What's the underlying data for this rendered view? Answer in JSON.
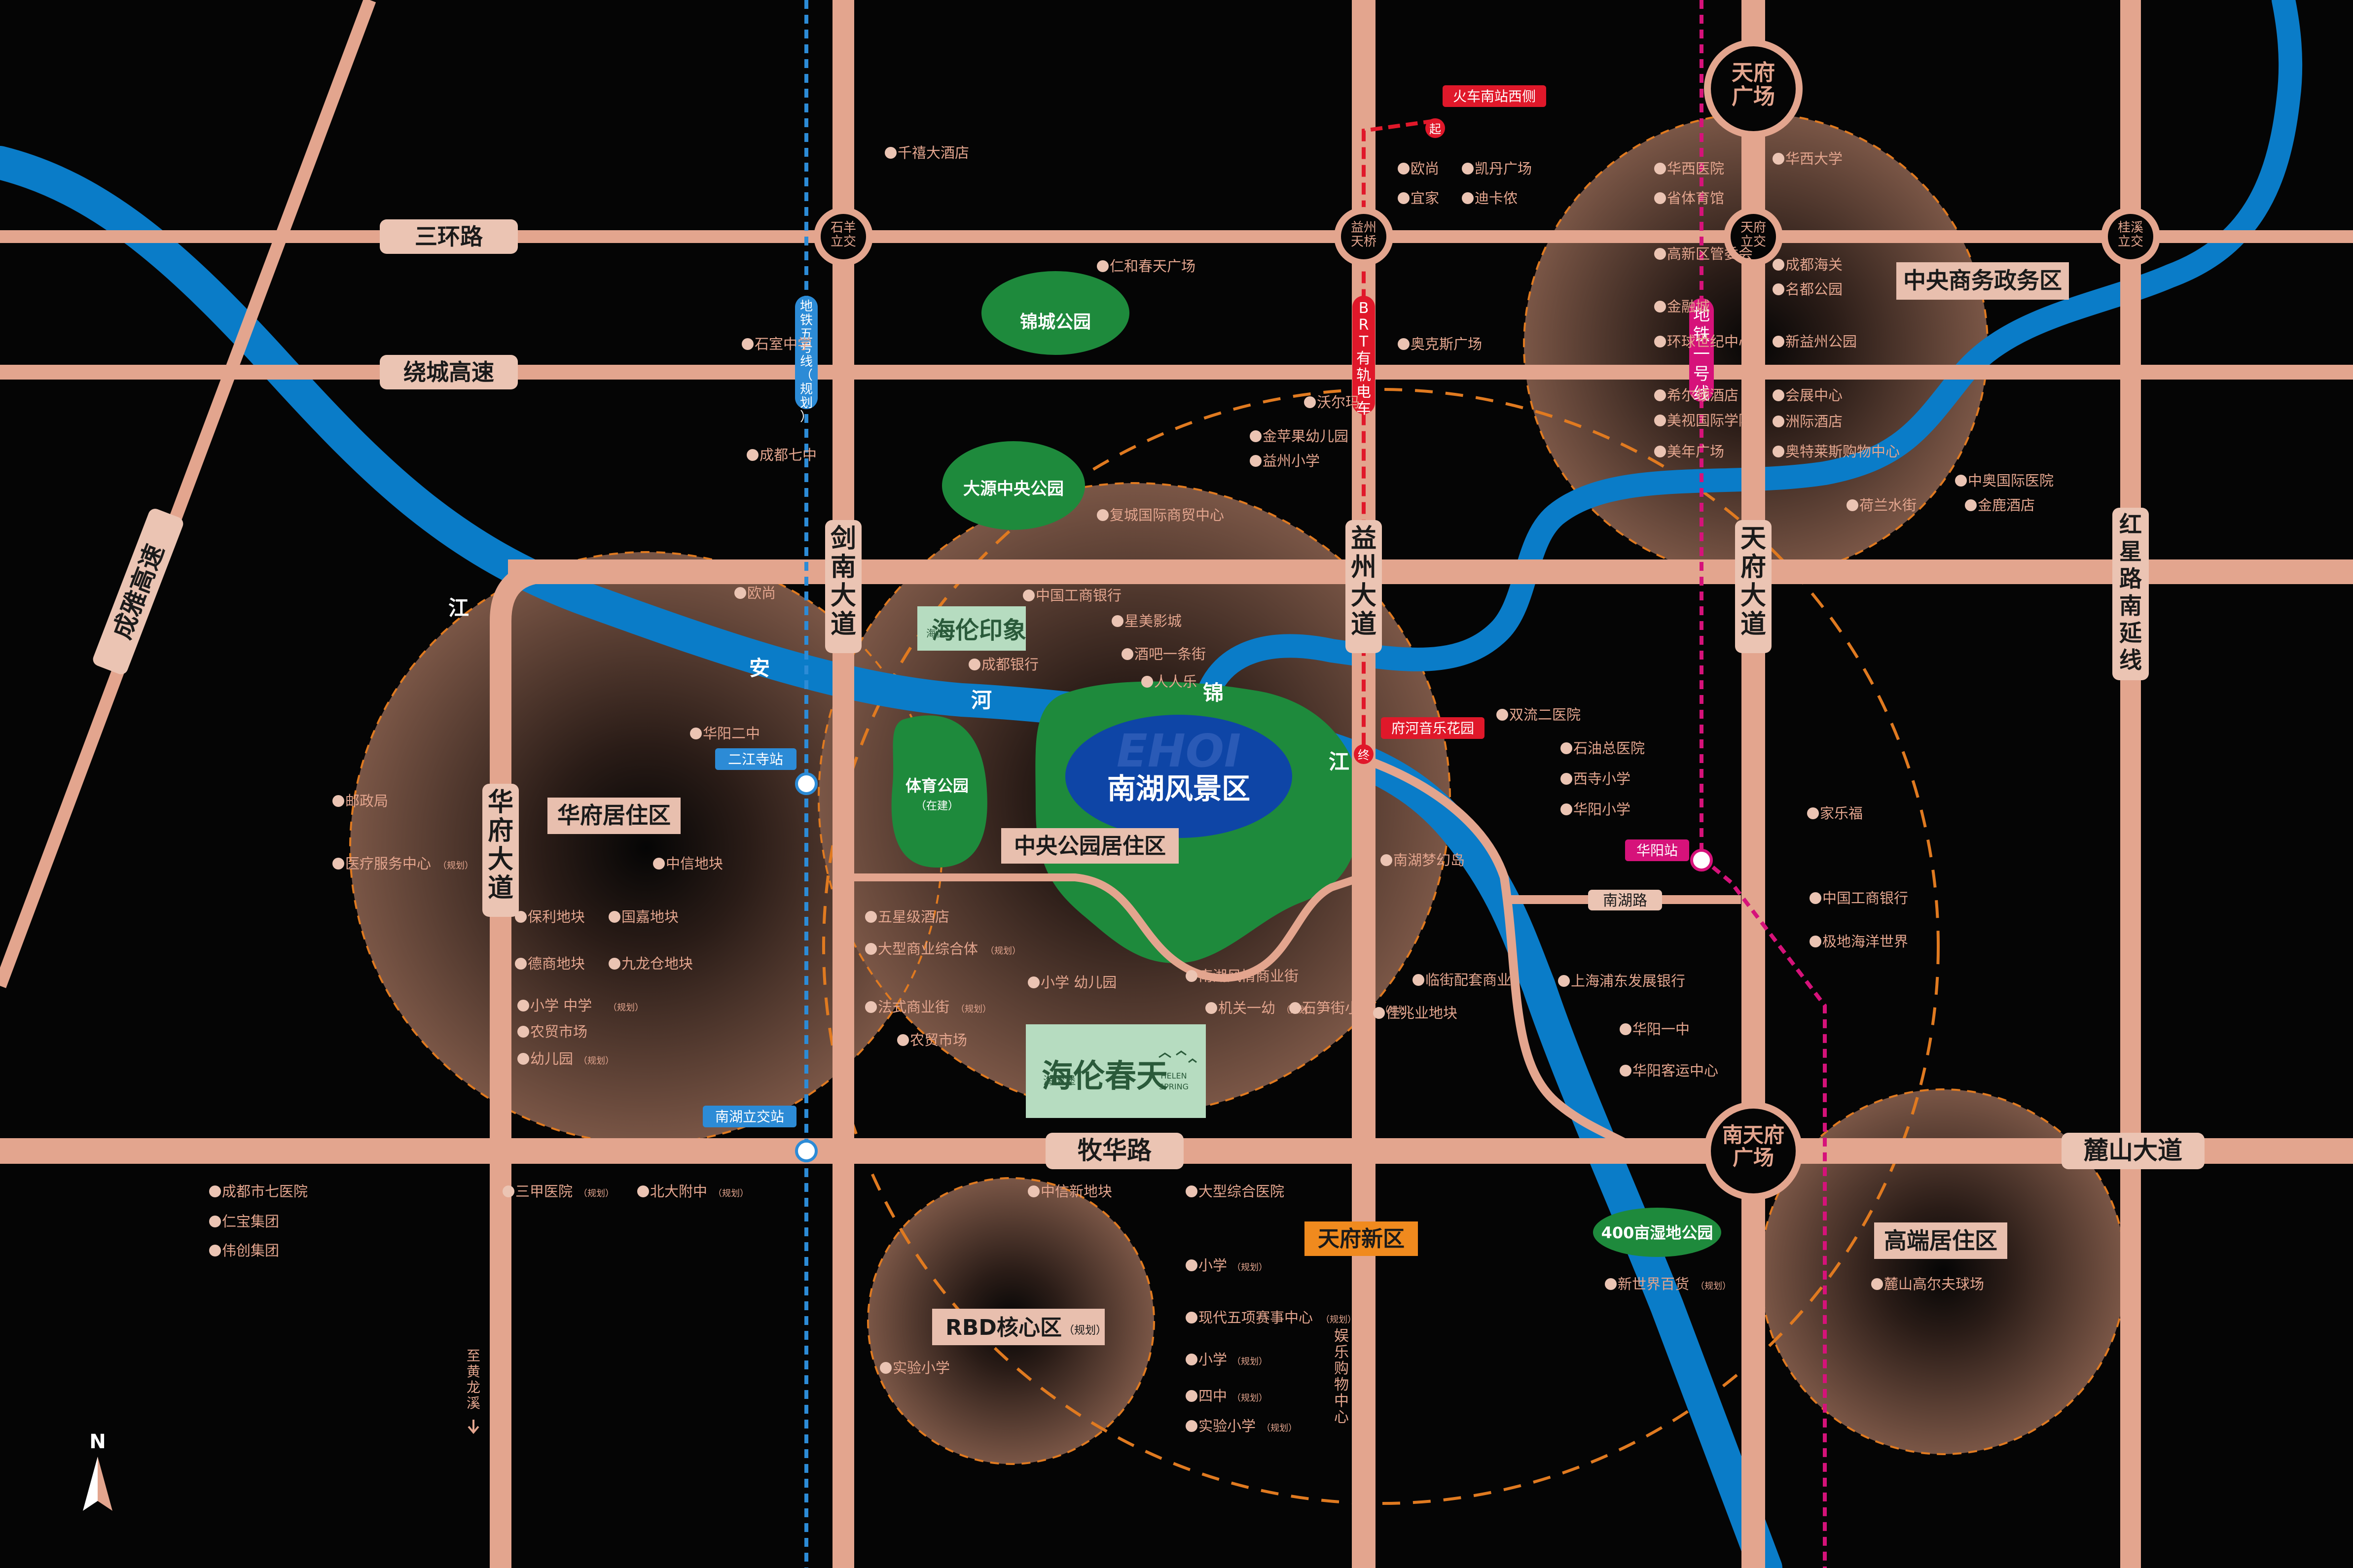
{
  "colors": {
    "background": "#050505",
    "road": "#E3A58E",
    "road_label_bg": "#EBC4B3",
    "river": "#0A7CC8",
    "lake": "#0E45A6",
    "park": "#1E8A3C",
    "park_light": "#2E9B45",
    "district_label_bg": "#E8BFAE",
    "zone_glow": "#6E4B3E",
    "metro_blue": "#2C8BD6",
    "metro_magenta": "#D6127A",
    "brt_red": "#E0182A",
    "ring_orange": "#E07A20",
    "tianfu_badge": "#F08A1E",
    "project_bg": "#B6DCC0"
  },
  "roads": {
    "sanhuan": "三环路",
    "raocheng": "绕城高速",
    "muhua": "牧华路",
    "lushan": "麓山大道",
    "chengya": "成雅高速",
    "jiannan": "剑南大道",
    "yizhou": "益州大道",
    "tianfu": "天府大道",
    "hongxing": "红星路南延线",
    "huafu": "华府大道",
    "nanhu_road": "南湖路"
  },
  "interchanges": {
    "shiyang": "石羊立交",
    "yizhou_bridge": "益州天桥",
    "tianfu_ic": "天府立交",
    "guixi": "桂溪立交",
    "tianfu_square": "天府广场",
    "nan_tianfu_square": "南天府广场"
  },
  "transit": {
    "metro5": "地铁五号线（规划）",
    "metro1": "地铁一号线",
    "brt": "BRT有轨电车",
    "start_label": "火车南站西侧",
    "start_badge": "起",
    "end_label": "府河音乐花园",
    "end_badge": "终",
    "erjiangsi": "二江寺站",
    "nanhu_ic_station": "南湖立交站",
    "huayang_station": "华阳站"
  },
  "river": {
    "chars": [
      "江",
      "安",
      "河",
      "锦",
      "江"
    ]
  },
  "parks": {
    "jincheng": "锦城公园",
    "dayuan": "大源中央公园",
    "sports": "体育公园",
    "sports_sub": "（在建）",
    "nanhu_scenic": "南湖风景区",
    "wetland": "400亩湿地公园",
    "watermark": "EHOI"
  },
  "districts": {
    "central_business": "中央商务政务区",
    "huafu_res": "华府居住区",
    "central_park_res": "中央公园居住区",
    "rbd": "RBD核心区",
    "rbd_sub": "（规划）",
    "tianfu_new": "天府新区",
    "highend_res": "高端居住区"
  },
  "projects": {
    "impression": "海伦印象",
    "impression_brand": "海伦",
    "spring": "海伦春天",
    "spring_brand": "海伦堡",
    "spring_en1": "HELEN",
    "spring_en2": "SPRING"
  },
  "pois": [
    {
      "label": "千禧大酒店"
    },
    {
      "label": "仁和春天广场"
    },
    {
      "label": "欧尚"
    },
    {
      "label": "凯丹广场"
    },
    {
      "label": "宜家"
    },
    {
      "label": "迪卡侬"
    },
    {
      "label": "石室中学"
    },
    {
      "label": "成都七中"
    },
    {
      "label": "奥克斯广场"
    },
    {
      "label": "沃尔玛"
    },
    {
      "label": "金苹果幼儿园"
    },
    {
      "label": "益州小学"
    },
    {
      "label": "复城国际商贸中心"
    },
    {
      "label": "华西医院"
    },
    {
      "label": "省体育馆"
    },
    {
      "label": "高新区管委会"
    },
    {
      "label": "金融城"
    },
    {
      "label": "环球世纪中心"
    },
    {
      "label": "希尔顿酒店"
    },
    {
      "label": "美视国际学院"
    },
    {
      "label": "美年广场"
    },
    {
      "label": "华西大学"
    },
    {
      "label": "成都海关"
    },
    {
      "label": "名都公园"
    },
    {
      "label": "新益州公园"
    },
    {
      "label": "会展中心"
    },
    {
      "label": "洲际酒店"
    },
    {
      "label": "奥特莱斯购物中心"
    },
    {
      "label": "中奥国际医院"
    },
    {
      "label": "荷兰水街"
    },
    {
      "label": "金鹿酒店"
    },
    {
      "label": "欧尚"
    },
    {
      "label": "中国工商银行"
    },
    {
      "label": "星美影城"
    },
    {
      "label": "成都银行"
    },
    {
      "label": "酒吧一条街"
    },
    {
      "label": "人人乐"
    },
    {
      "label": "华阳二中"
    },
    {
      "label": "邮政局"
    },
    {
      "label": "医疗服务中心"
    },
    {
      "label": "中信地块"
    },
    {
      "label": "保利地块"
    },
    {
      "label": "国嘉地块"
    },
    {
      "label": "德商地块"
    },
    {
      "label": "九龙仓地块"
    },
    {
      "label": "小学 中学"
    },
    {
      "label": "农贸市场"
    },
    {
      "label": "幼儿园"
    },
    {
      "label": "五星级酒店"
    },
    {
      "label": "大型商业综合体"
    },
    {
      "label": "法式商业街"
    },
    {
      "label": "农贸市场"
    },
    {
      "label": "小学 幼儿园"
    },
    {
      "label": "机关一幼"
    },
    {
      "label": "石笋街小学"
    },
    {
      "label": "南湖风情商业街"
    },
    {
      "label": "临街配套商业"
    },
    {
      "label": "佳兆业地块"
    },
    {
      "label": "南湖梦幻岛"
    },
    {
      "label": "双流二医院"
    },
    {
      "label": "石油总医院"
    },
    {
      "label": "西寺小学"
    },
    {
      "label": "华阳小学"
    },
    {
      "label": "家乐福"
    },
    {
      "label": "中国工商银行"
    },
    {
      "label": "极地海洋世界"
    },
    {
      "label": "上海浦东发展银行"
    },
    {
      "label": "华阳一中"
    },
    {
      "label": "华阳客运中心"
    },
    {
      "label": "成都市七医院"
    },
    {
      "label": "仁宝集团"
    },
    {
      "label": "伟创集团"
    },
    {
      "label": "三甲医院"
    },
    {
      "label": "北大附中"
    },
    {
      "label": "中信新地块"
    },
    {
      "label": "大型综合医院"
    },
    {
      "label": "小学"
    },
    {
      "label": "现代五项赛事中心"
    },
    {
      "label": "小学"
    },
    {
      "label": "实验小学"
    },
    {
      "label": "四中"
    },
    {
      "label": "实验小学"
    },
    {
      "label": "新世界百货"
    },
    {
      "label": "麓山高尔夫球场"
    }
  ],
  "planned_tag": "（规划）",
  "vertical_poi": "娱乐购物中心",
  "to_huanglongxi": "至黄龙溪",
  "compass": "N"
}
